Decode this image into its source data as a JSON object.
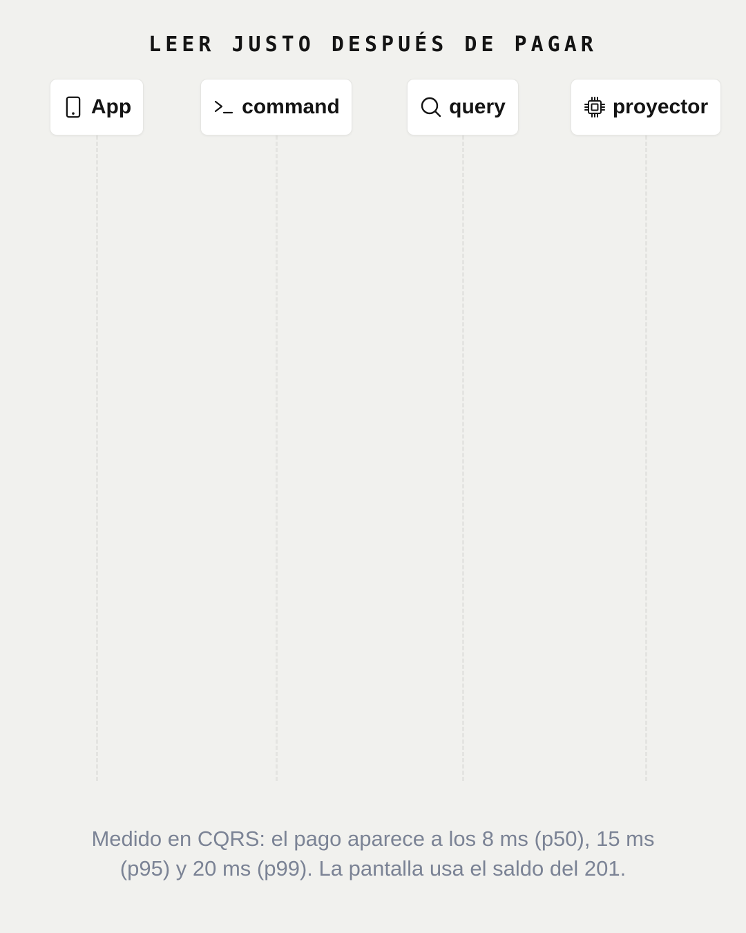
{
  "title": "LEER JUSTO DESPUÉS DE PAGAR",
  "participants": [
    {
      "label": "App",
      "icon": "smartphone-icon"
    },
    {
      "label": "command",
      "icon": "terminal-icon"
    },
    {
      "label": "query",
      "icon": "search-icon"
    },
    {
      "label": "proyector",
      "icon": "cpu-chip-icon"
    }
  ],
  "caption": "Medido en CQRS: el pago aparece a los 8 ms (p50), 15 ms (p95) y 20 ms (p99). La pantalla usa el saldo del 201.",
  "colors": {
    "background": "#f1f1ee",
    "card": "#ffffff",
    "text": "#141414",
    "caption": "#7b8395",
    "lifeline": "#e4e4e1"
  }
}
